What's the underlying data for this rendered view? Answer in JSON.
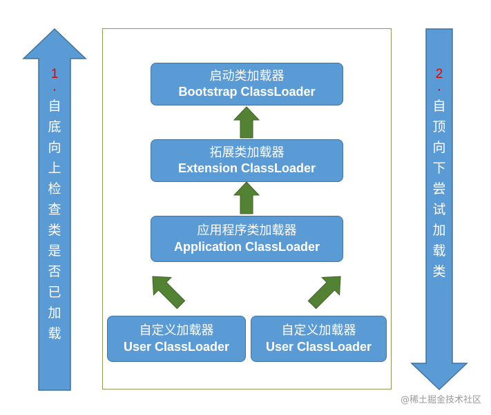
{
  "colors": {
    "box_fill": "#5b9bd5",
    "box_border": "#41719c",
    "green_arrow": "#548235",
    "blue_arrow": "#5b9bd5",
    "red_number": "#e00000"
  },
  "loaders": {
    "bootstrap": {
      "cn": "启动类加载器",
      "en": "Bootstrap ClassLoader"
    },
    "extension": {
      "cn": "拓展类加载器",
      "en": "Extension ClassLoader"
    },
    "application": {
      "cn": "应用程序类加载器",
      "en": "Application ClassLoader"
    },
    "user1": {
      "cn": "自定义加载器",
      "en": "User ClassLoader"
    },
    "user2": {
      "cn": "自定义加载器",
      "en": "User ClassLoader"
    }
  },
  "left_arrow": {
    "number": "1",
    "dot": "·",
    "chars": [
      "自",
      "底",
      "向",
      "上",
      "检",
      "查",
      "类",
      "是",
      "否",
      "已",
      "加",
      "载"
    ]
  },
  "right_arrow": {
    "number": "2",
    "dot": "·",
    "chars": [
      "自",
      "顶",
      "向",
      "下",
      "尝",
      "试",
      "加",
      "载",
      "类"
    ]
  },
  "watermark": "@稀土掘金技术社区"
}
